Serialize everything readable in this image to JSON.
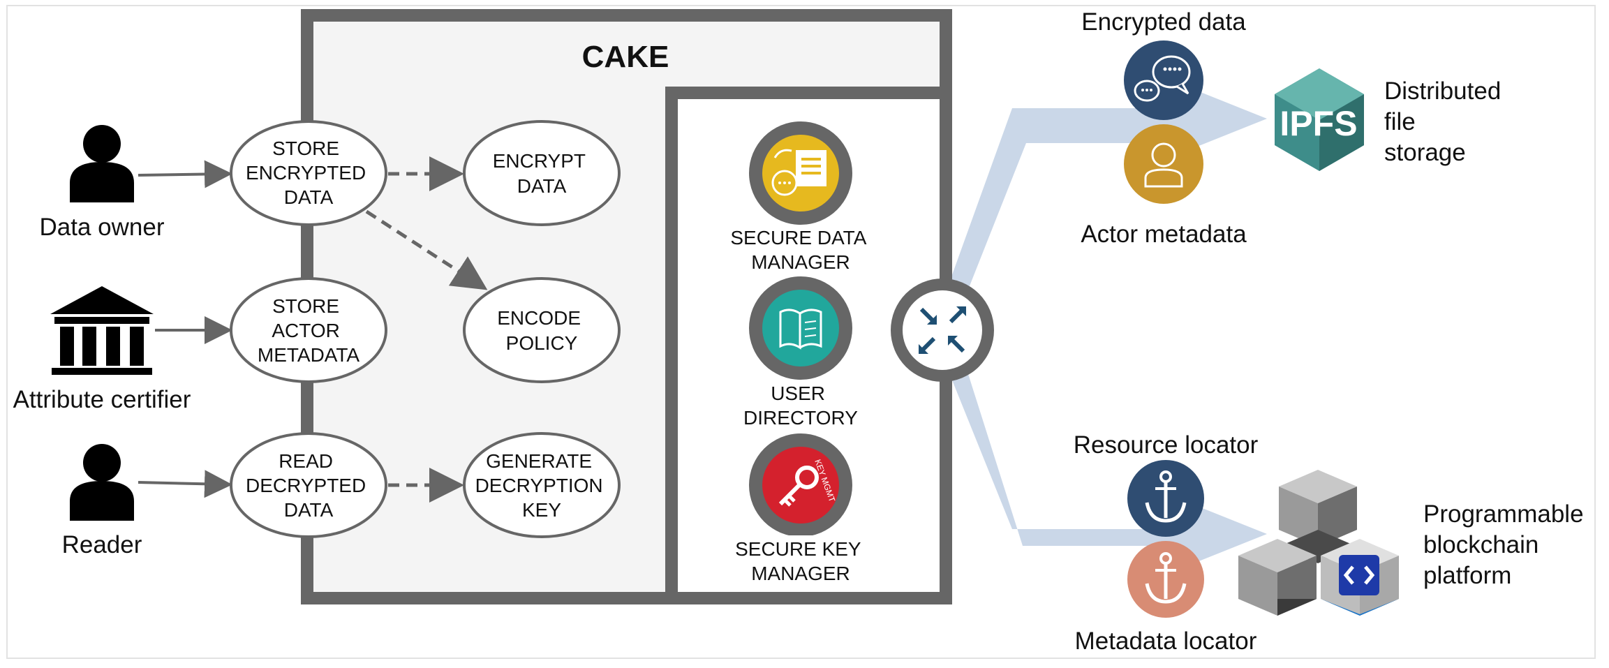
{
  "title": "CAKE",
  "actors": {
    "data_owner": "Data owner",
    "attribute_certifier": "Attribute certifier",
    "reader": "Reader"
  },
  "use_cases": {
    "store_encrypted_data": [
      "STORE",
      "ENCRYPTED",
      "DATA"
    ],
    "store_actor_metadata": [
      "STORE",
      "ACTOR",
      "METADATA"
    ],
    "read_decrypted_data": [
      "READ",
      "DECRYPTED",
      "DATA"
    ],
    "encrypt_data": [
      "ENCRYPT",
      "DATA"
    ],
    "encode_policy": [
      "ENCODE",
      "POLICY"
    ],
    "generate_decryption_key": [
      "GENERATE",
      "DECRYPTION",
      "KEY"
    ]
  },
  "components": {
    "secure_data_manager": [
      "SECURE DATA",
      "MANAGER"
    ],
    "user_directory": [
      "USER",
      "DIRECTORY"
    ],
    "secure_key_manager": [
      "SECURE KEY",
      "MANAGER"
    ],
    "key_badge_text": "KEY MGMT"
  },
  "storage": {
    "encrypted_data": "Encrypted data",
    "actor_metadata": "Actor metadata",
    "ipfs_logo": "IPFS",
    "distributed_storage": [
      "Distributed",
      "file",
      "storage"
    ]
  },
  "blockchain": {
    "resource_locator": "Resource locator",
    "metadata_locator": "Metadata locator",
    "platform": [
      "Programmable",
      "blockchain",
      "platform"
    ]
  },
  "colors": {
    "frame": "#666666",
    "panel": "#f4f4f4",
    "flow": "#cad7e8",
    "navy": "#2f4d72",
    "gold": "#c9962d",
    "yellow": "#e6b91f",
    "teal": "#21a79c",
    "red": "#d4212d",
    "salmon": "#d88c74",
    "ipfs_teal": "#3e8d8a",
    "ethereum_blue": "#1e3aa8"
  }
}
